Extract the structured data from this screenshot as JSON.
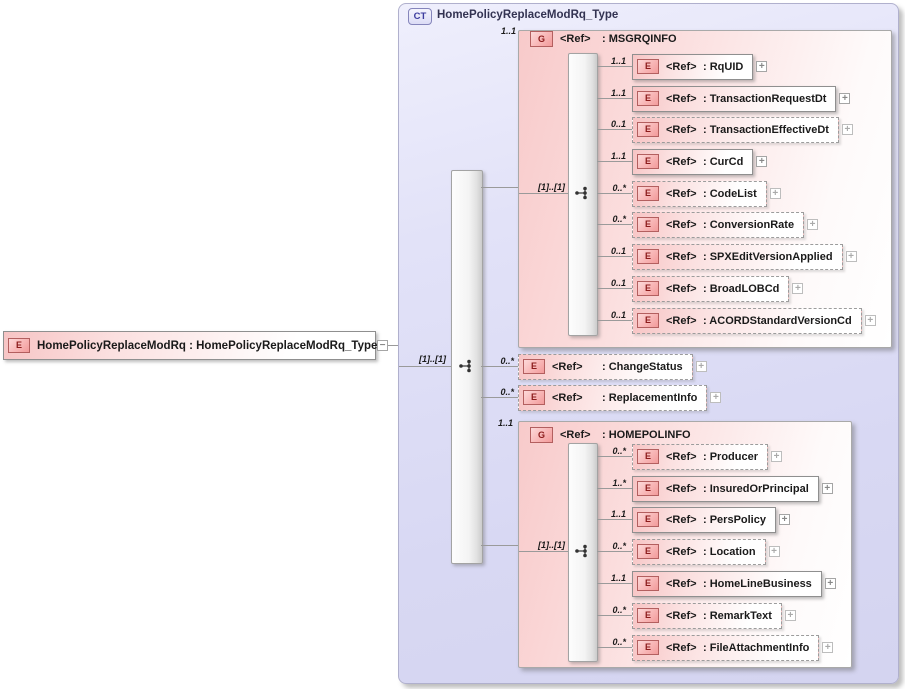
{
  "icons": {
    "expand": "+",
    "collapse": "−"
  },
  "root_element": {
    "badge": "E",
    "label": "HomePolicyReplaceModRq : HomePolicyReplaceModRq_Type"
  },
  "complex_type": {
    "badge": "CT",
    "title": "HomePolicyReplaceModRq_Type",
    "sequence_cardinality": "[1]..[1]",
    "children": [
      {
        "type": "group",
        "cardinality": "1..1",
        "badge": "G",
        "ref": "<Ref>",
        "name": ": MSGRQINFO",
        "sequence_cardinality": "[1]..[1]",
        "elements": [
          {
            "cardinality": "1..1",
            "badge": "E",
            "ref": "<Ref>",
            "name": ": RqUID",
            "optional": false
          },
          {
            "cardinality": "1..1",
            "badge": "E",
            "ref": "<Ref>",
            "name": ": TransactionRequestDt",
            "optional": false
          },
          {
            "cardinality": "0..1",
            "badge": "E",
            "ref": "<Ref>",
            "name": ": TransactionEffectiveDt",
            "optional": true
          },
          {
            "cardinality": "1..1",
            "badge": "E",
            "ref": "<Ref>",
            "name": ": CurCd",
            "optional": false
          },
          {
            "cardinality": "0..*",
            "badge": "E",
            "ref": "<Ref>",
            "name": ": CodeList",
            "optional": true
          },
          {
            "cardinality": "0..*",
            "badge": "E",
            "ref": "<Ref>",
            "name": ": ConversionRate",
            "optional": true
          },
          {
            "cardinality": "0..1",
            "badge": "E",
            "ref": "<Ref>",
            "name": ": SPXEditVersionApplied",
            "optional": true
          },
          {
            "cardinality": "0..1",
            "badge": "E",
            "ref": "<Ref>",
            "name": ": BroadLOBCd",
            "optional": true
          },
          {
            "cardinality": "0..1",
            "badge": "E",
            "ref": "<Ref>",
            "name": ": ACORDStandardVersionCd",
            "optional": true
          }
        ]
      },
      {
        "type": "element",
        "cardinality": "0..*",
        "badge": "E",
        "ref": "<Ref>",
        "name": ": ChangeStatus",
        "optional": true
      },
      {
        "type": "element",
        "cardinality": "0..*",
        "badge": "E",
        "ref": "<Ref>",
        "name": ": ReplacementInfo",
        "optional": true
      },
      {
        "type": "group",
        "cardinality": "1..1",
        "badge": "G",
        "ref": "<Ref>",
        "name": ": HOMEPOLINFO",
        "sequence_cardinality": "[1]..[1]",
        "elements": [
          {
            "cardinality": "0..*",
            "badge": "E",
            "ref": "<Ref>",
            "name": ": Producer",
            "optional": true
          },
          {
            "cardinality": "1..*",
            "badge": "E",
            "ref": "<Ref>",
            "name": ": InsuredOrPrincipal",
            "optional": false
          },
          {
            "cardinality": "1..1",
            "badge": "E",
            "ref": "<Ref>",
            "name": ": PersPolicy",
            "optional": false
          },
          {
            "cardinality": "0..*",
            "badge": "E",
            "ref": "<Ref>",
            "name": ": Location",
            "optional": true
          },
          {
            "cardinality": "1..1",
            "badge": "E",
            "ref": "<Ref>",
            "name": ": HomeLineBusiness",
            "optional": false
          },
          {
            "cardinality": "0..*",
            "badge": "E",
            "ref": "<Ref>",
            "name": ": RemarkText",
            "optional": true
          },
          {
            "cardinality": "0..*",
            "badge": "E",
            "ref": "<Ref>",
            "name": ": FileAttachmentInfo",
            "optional": true
          }
        ]
      }
    ]
  }
}
